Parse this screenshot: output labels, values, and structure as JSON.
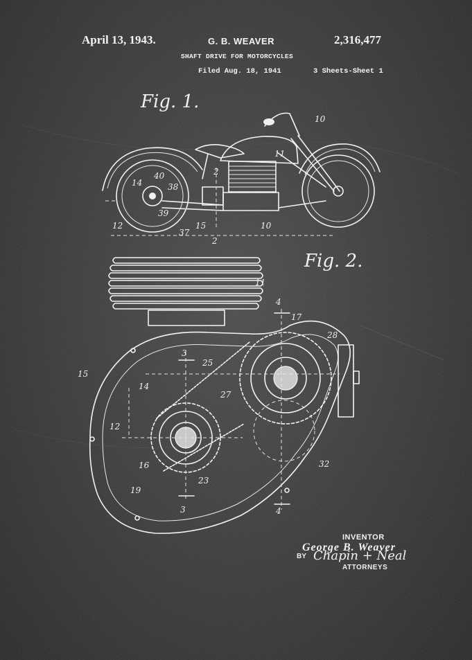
{
  "header": {
    "date": "April 13, 1943.",
    "inventor": "G. B. WEAVER",
    "patent_number": "2,316,477",
    "title": "SHAFT DRIVE FOR MOTORCYCLES",
    "filed": "Filed Aug. 18, 1941",
    "sheets": "3 Sheets-Sheet 1"
  },
  "figures": {
    "fig1": "Fig. 1.",
    "fig2": "Fig. 2."
  },
  "fig1_refs": {
    "r10a": "10",
    "r11": "11",
    "r2a": "2",
    "r40": "40",
    "r14": "14",
    "r38": "38",
    "r39": "39",
    "r12": "12",
    "r37": "37",
    "r15": "15",
    "r10b": "10",
    "r2b": "2"
  },
  "fig2_refs": {
    "r11": "11",
    "r4a": "4",
    "r17": "17",
    "r28": "28",
    "r15": "15",
    "r3a": "3",
    "r25": "25",
    "r14": "14",
    "r27": "27",
    "r12": "12",
    "r16": "16",
    "r23": "23",
    "r32": "32",
    "r19": "19",
    "r3b": "3",
    "r4b": "4"
  },
  "signature": {
    "inventor_caption": "INVENTOR",
    "inventor_name": "George B. Weaver",
    "by": "BY",
    "attorney": "Chapin + Neal",
    "attorneys_caption": "ATTORNEYS"
  },
  "colors": {
    "background": "#3a3a3a",
    "ink": "#f2f2f2"
  }
}
